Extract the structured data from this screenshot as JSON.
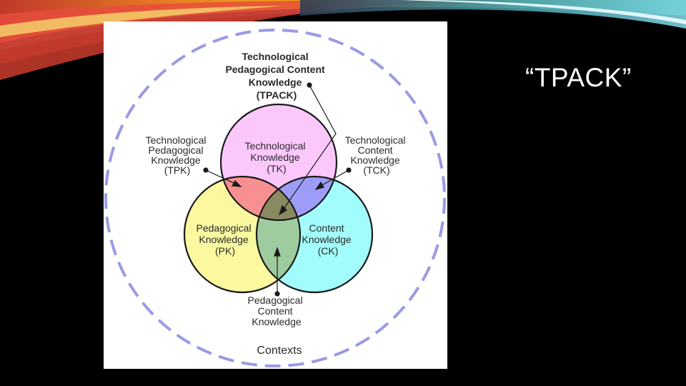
{
  "slide": {
    "title": "“TPACK”"
  },
  "diagram": {
    "tpack_label": [
      "Technological",
      "Pedagogical Content",
      "Knowledge",
      "(TPACK)"
    ],
    "tk_label": [
      "Technological",
      "Knowledge",
      "(TK)"
    ],
    "pk_label": [
      "Pedagogical",
      "Knowledge",
      "(PK)"
    ],
    "ck_label": [
      "Content",
      "Knowledge",
      "(CK)"
    ],
    "tpk_label": [
      "Technological",
      "Pedagogical",
      "Knowledge",
      "(TPK)"
    ],
    "tck_label": [
      "Technological",
      "Content",
      "Knowledge",
      "(TCK)"
    ],
    "pck_label": [
      "Pedagogical",
      "Content",
      "Knowledge"
    ],
    "contexts_label": "Contexts",
    "colors": {
      "tk": "#FCC8FC",
      "pk": "#FBF8A0",
      "ck": "#A2FCFC",
      "tpk": "#F79090",
      "tck": "#9D9DF8",
      "pck": "#9FCC9F",
      "tpack": "#8A8A60",
      "contexts_ring": "#9A9AE6"
    }
  }
}
